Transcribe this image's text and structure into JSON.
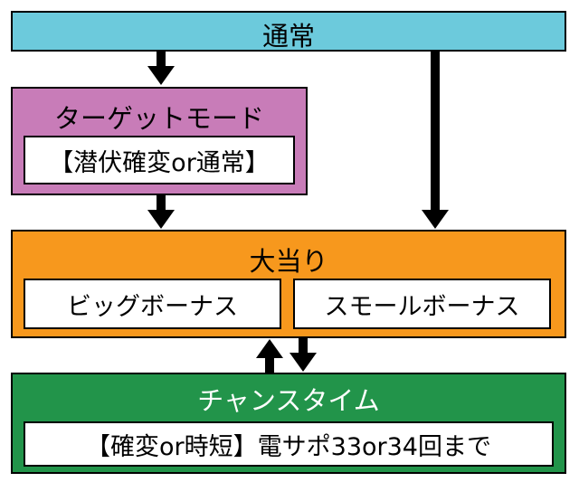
{
  "colors": {
    "normal": "#6ccadc",
    "target": "#c87cb8",
    "bonus": "#f7981d",
    "chance": "#22944a",
    "chance_title": "#ffffff",
    "arrow": "#000000"
  },
  "nodes": {
    "normal": {
      "title": "通常"
    },
    "target_mode": {
      "title": "ターゲットモード",
      "sub": "【潜伏確変or通常】"
    },
    "jackpot": {
      "title": "大当り",
      "options": [
        "ビッグボーナス",
        "スモールボーナス"
      ]
    },
    "chance_time": {
      "title": "チャンスタイム",
      "sub": "【確変or時短】電サポ33or34回まで"
    }
  }
}
